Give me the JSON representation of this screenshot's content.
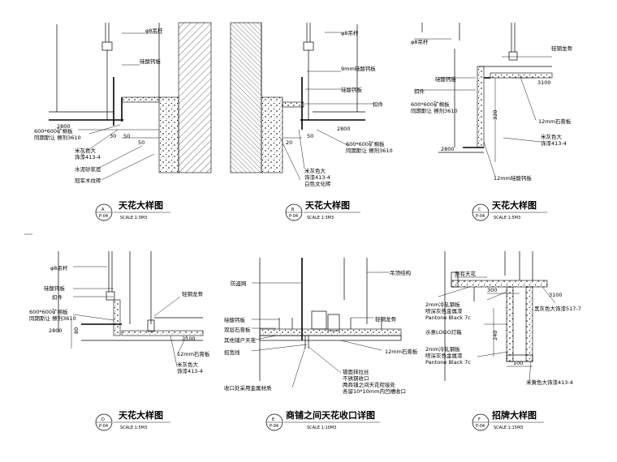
{
  "panels": {
    "a": {
      "labels": [
        "φ8吊杆",
        "硅酸钙板",
        "600*600矿棉板",
        "同期斯让 擦剂3610",
        "米灰色大",
        "饰漆413-4",
        "水泥砂浆层",
        "冠军木纹砖"
      ],
      "dims": [
        "2800",
        "30",
        "50",
        "50"
      ],
      "title": "天花大样图",
      "scale": "SCALE 1:3M3",
      "bubble_top": "A",
      "bubble_bottom": "P-04"
    },
    "b": {
      "labels": [
        "φ8吊杆",
        "9mm硅酸钙板",
        "硅酸钙板",
        "扣件",
        "600*600矿棉板",
        "同期斯让 擦剂3610",
        "米灰色大",
        "饰漆413-4",
        "白色文化砖"
      ],
      "dims": [
        "2800",
        "20",
        "50"
      ],
      "title": "天花大样图",
      "scale": "SCALE 1:3M3",
      "bubble_top": "B",
      "bubble_bottom": "P-04"
    },
    "c": {
      "labels": [
        "φ8吊杆",
        "轻钢龙骨",
        "硅酸钙板",
        "扣件",
        "600*600矿棉板",
        "同期斯让 擦剂3610",
        "12mm石膏板",
        "米灰色大",
        "饰漆413-4",
        "12mm硅酸钙板"
      ],
      "dims": [
        "3100",
        "320",
        "2800"
      ],
      "title": "天花大样图",
      "scale": "SCALE 1:5M3",
      "bubble_top": "C",
      "bubble_bottom": "P-04"
    },
    "d": {
      "labels": [
        "φ8吊杆",
        "硅酸钙板",
        "扣件",
        "600*600矿棉板",
        "同期斯让 擦剂3610",
        "轻钢龙骨",
        "12mm石膏板",
        "米灰色大",
        "饰漆413-4"
      ],
      "dims": [
        "2800",
        "2100",
        "80"
      ],
      "title": "天花大样图",
      "scale": "SCALE 1:5M3",
      "bubble_top": "D",
      "bubble_bottom": "P-04"
    },
    "e": {
      "labels": [
        "防盗网",
        "吊顶结构",
        "硅酸钙板",
        "轻钢龙骨",
        "双层石膏板",
        "其他铺户天花",
        "12mm石膏板",
        "招宽线",
        "镀面抹拉丝",
        "不锈钢收口",
        "两商铺之间天花衔接处",
        "各留10*10mm内凹槽收口",
        "收口处采用金属材质"
      ],
      "title": "商铺之间天花收口详图",
      "scale": "SCALE 1:10M3",
      "bubble_top": "E",
      "bubble_bottom": "P-04"
    },
    "f": {
      "labels": [
        "原有天花",
        "2mm冷轧钢板",
        "喷深灰色金属漆",
        "Pantone Black 7c",
        "黑灰色大饰漆517-7",
        "示意LOGO灯箱",
        "2mm冷轧钢板",
        "喷深灰色金属漆",
        "Pantone Black 7c",
        "米黄色大饰漆413-4"
      ],
      "dims": [
        "300",
        "3100",
        "240",
        "100"
      ],
      "title": "招牌大样图",
      "scale": "SCALE 1:15M3",
      "bubble_top": "F",
      "bubble_bottom": "P-04"
    }
  }
}
